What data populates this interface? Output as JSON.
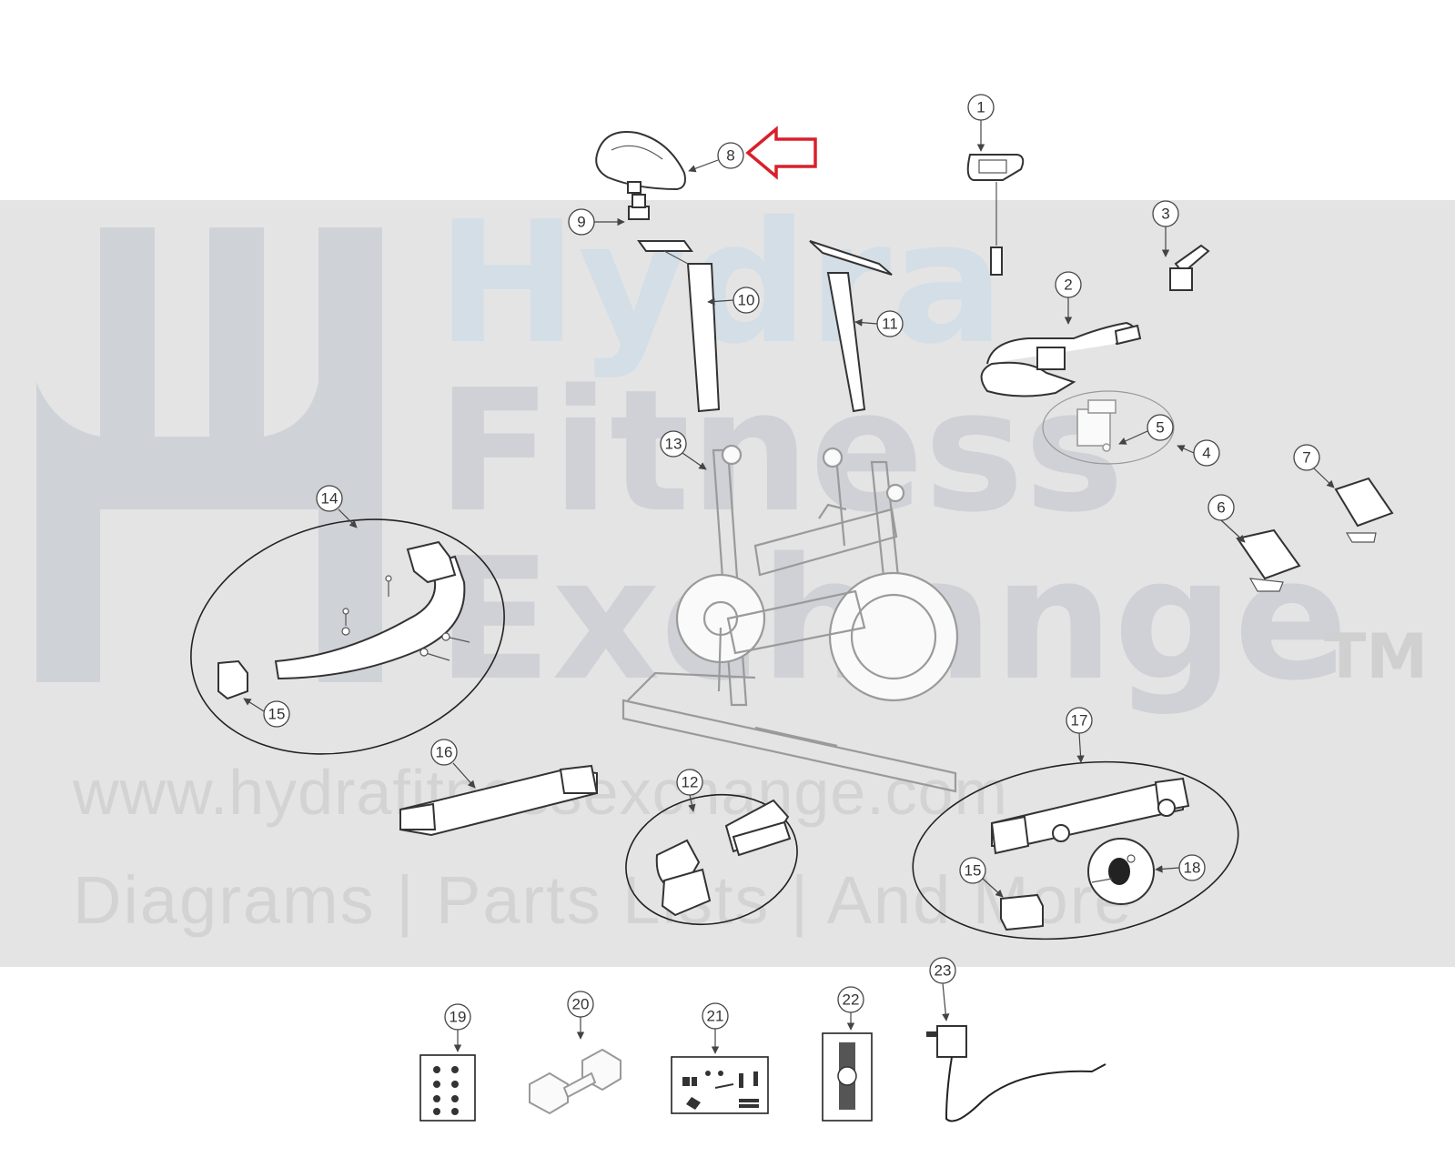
{
  "watermark": {
    "brand_line_1": "Hydra",
    "brand_line_2": "Fitness",
    "brand_line_3": "Exchange",
    "trademark": "TM",
    "url": "www.hydrafitnessexchange.com",
    "tagline": "Diagrams | Parts Lists | And More"
  },
  "callouts": {
    "p1": "1",
    "p2": "2",
    "p3": "3",
    "p4": "4",
    "p5": "5",
    "p6": "6",
    "p7": "7",
    "p8": "8",
    "p9": "9",
    "p10": "10",
    "p11": "11",
    "p12": "12",
    "p13": "13",
    "p14": "14",
    "p15a": "15",
    "p15b": "15",
    "p16": "16",
    "p17": "17",
    "p18": "18",
    "p19": "19",
    "p20": "20",
    "p21": "21",
    "p22": "22",
    "p23": "23"
  },
  "highlight": {
    "target_part": "8",
    "arrow_color": "#d8202a"
  }
}
